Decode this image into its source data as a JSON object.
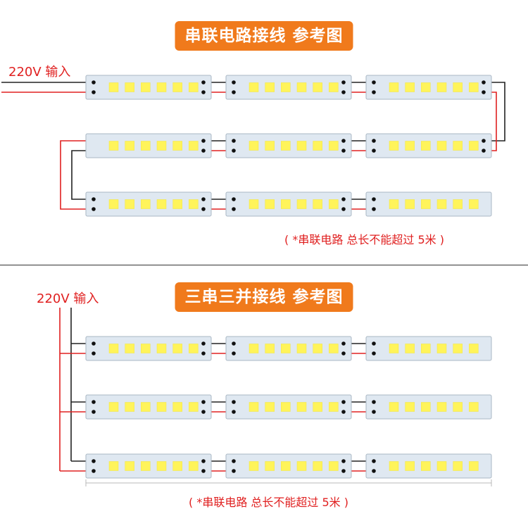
{
  "section1": {
    "title": "串联电路接线 参考图",
    "input_label": "220V 输入",
    "note": "( *串联电路 总长不能超过 5米 )"
  },
  "section2": {
    "title": "三串三并接线 参考图",
    "input_label": "220V 输入",
    "note": "( *串联电路 总长不能超过 5米 )"
  },
  "colors": {
    "banner": "#f07a1c",
    "red_wire": "#e02020",
    "black_wire": "#222222",
    "strip": "#dfe8f1",
    "led_chip": "#fff45a",
    "label_text": "#e02020"
  },
  "diagram": {
    "strips_per_row": 3,
    "rows_per_section": 3,
    "chips_per_strip": 6
  }
}
